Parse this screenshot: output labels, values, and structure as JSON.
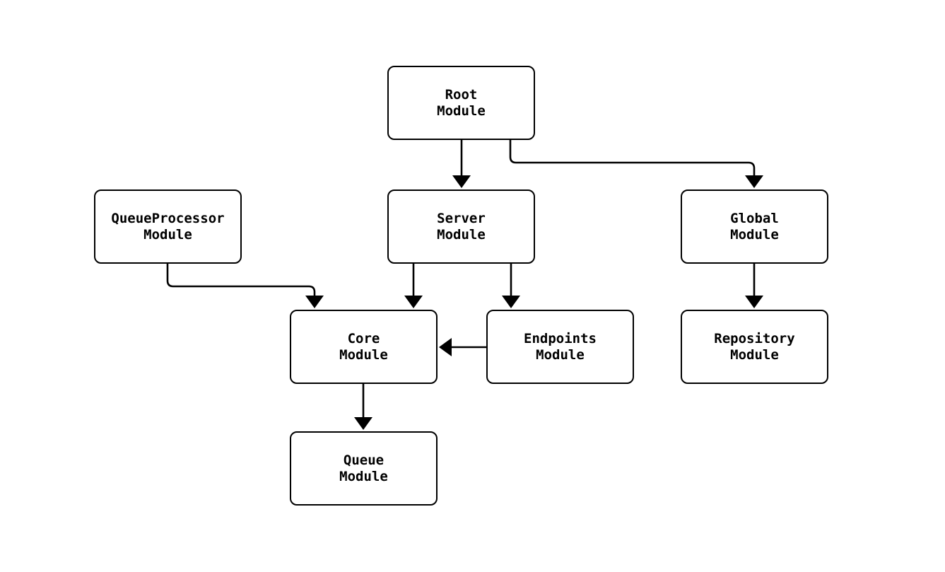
{
  "diagram": {
    "type": "flowchart",
    "direction": "top-down",
    "nodes": [
      {
        "id": "root",
        "label": "Root\nModule"
      },
      {
        "id": "queueprocessor",
        "label": "QueueProcessor\nModule"
      },
      {
        "id": "server",
        "label": "Server\nModule"
      },
      {
        "id": "global",
        "label": "Global\nModule"
      },
      {
        "id": "core",
        "label": "Core\nModule"
      },
      {
        "id": "endpoints",
        "label": "Endpoints\nModule"
      },
      {
        "id": "repository",
        "label": "Repository\nModule"
      },
      {
        "id": "queue",
        "label": "Queue\nModule"
      }
    ],
    "edges": [
      {
        "from": "root",
        "to": "server"
      },
      {
        "from": "root",
        "to": "global"
      },
      {
        "from": "queueprocessor",
        "to": "core"
      },
      {
        "from": "server",
        "to": "core"
      },
      {
        "from": "server",
        "to": "endpoints"
      },
      {
        "from": "endpoints",
        "to": "core"
      },
      {
        "from": "global",
        "to": "repository"
      },
      {
        "from": "core",
        "to": "queue"
      }
    ],
    "colors": {
      "background": "#ffffff",
      "node_fill": "#ffffff",
      "node_border": "#000000",
      "edge": "#000000",
      "text": "#000000"
    }
  }
}
